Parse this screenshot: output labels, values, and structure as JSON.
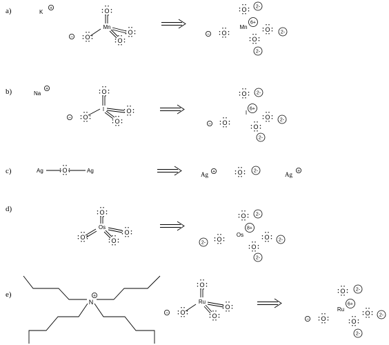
{
  "labels": {
    "a": "a)",
    "b": "b)",
    "c": "c)",
    "d": "d)",
    "e": "e)"
  },
  "atoms": {
    "O": "O",
    "Mn": "Mn",
    "I": "I",
    "Os": "Os",
    "Ru": "Ru",
    "Ag": "Ag",
    "N": "N",
    "K": "K",
    "Na": "Na"
  },
  "charges": {
    "plus": "+",
    "minus": "−",
    "ox2minus": "2-",
    "mn_ox": "6+",
    "i_ox": "6+",
    "os_ox": "8+",
    "ru_ox": "6+"
  },
  "colors": {
    "ink": "#000000",
    "background": "#ffffff"
  }
}
